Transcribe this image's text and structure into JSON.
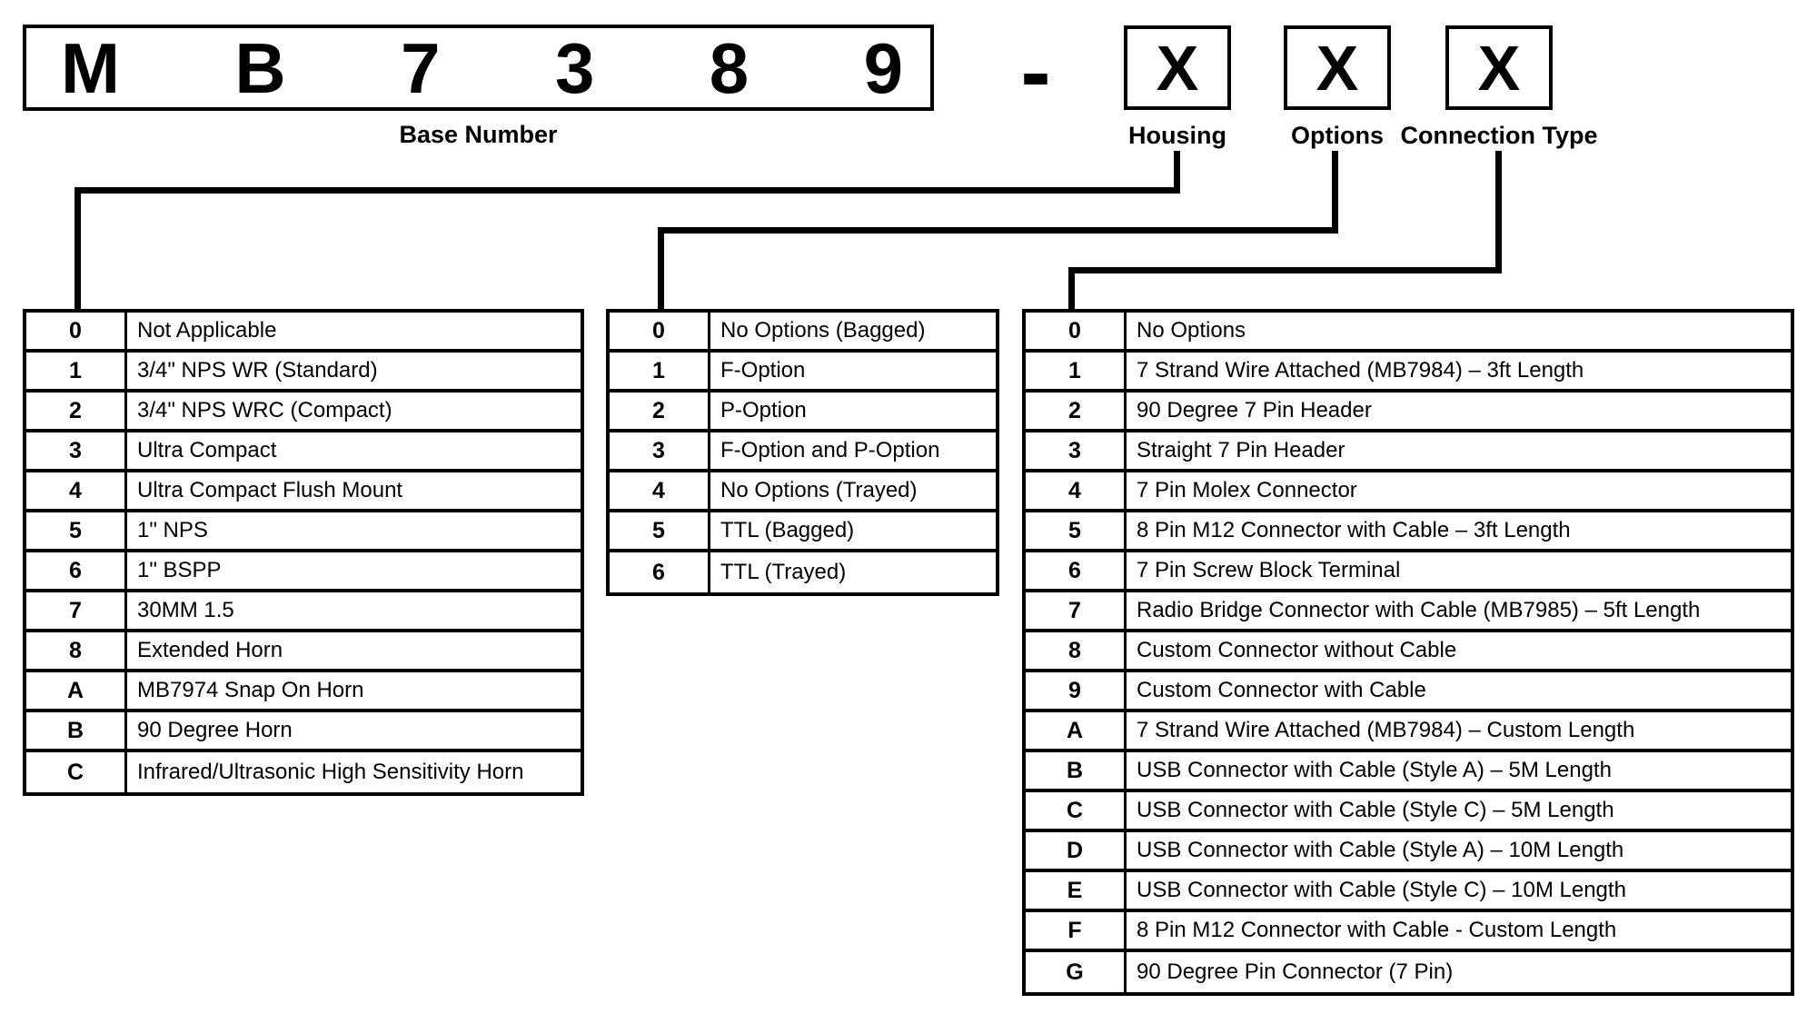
{
  "part_number": {
    "base": {
      "letters": [
        "M",
        "B",
        "7",
        "3",
        "8",
        "9"
      ],
      "label": "Base Number"
    },
    "separator": "-",
    "fields": [
      {
        "placeholder": "X",
        "label": "Housing"
      },
      {
        "placeholder": "X",
        "label": "Options"
      },
      {
        "placeholder": "X",
        "label": "Connection Type"
      }
    ]
  },
  "tables": [
    {
      "name": "Housing",
      "rows": [
        [
          "0",
          "Not Applicable"
        ],
        [
          "1",
          "3/4\" NPS WR (Standard)"
        ],
        [
          "2",
          "3/4\" NPS WRC (Compact)"
        ],
        [
          "3",
          "Ultra Compact"
        ],
        [
          "4",
          "Ultra Compact Flush Mount"
        ],
        [
          "5",
          "1\" NPS"
        ],
        [
          "6",
          "1\" BSPP"
        ],
        [
          "7",
          "30MM 1.5"
        ],
        [
          "8",
          "Extended Horn"
        ],
        [
          "A",
          "MB7974 Snap On Horn"
        ],
        [
          "B",
          "90 Degree Horn"
        ],
        [
          "C",
          "Infrared/Ultrasonic High Sensitivity Horn"
        ]
      ]
    },
    {
      "name": "Options",
      "rows": [
        [
          "0",
          "No Options (Bagged)"
        ],
        [
          "1",
          "F-Option"
        ],
        [
          "2",
          "P-Option"
        ],
        [
          "3",
          "F-Option and P-Option"
        ],
        [
          "4",
          "No Options (Trayed)"
        ],
        [
          "5",
          "TTL (Bagged)"
        ],
        [
          "6",
          "TTL (Trayed)"
        ]
      ]
    },
    {
      "name": "Connection Type",
      "rows": [
        [
          "0",
          "No Options"
        ],
        [
          "1",
          "7 Strand Wire Attached (MB7984) – 3ft Length"
        ],
        [
          "2",
          "90 Degree 7 Pin Header"
        ],
        [
          "3",
          "Straight 7 Pin Header"
        ],
        [
          "4",
          "7 Pin Molex Connector"
        ],
        [
          "5",
          "8 Pin M12 Connector with Cable – 3ft Length"
        ],
        [
          "6",
          "7 Pin Screw Block Terminal"
        ],
        [
          "7",
          "Radio Bridge Connector with Cable (MB7985) – 5ft Length"
        ],
        [
          "8",
          "Custom Connector without Cable"
        ],
        [
          "9",
          "Custom Connector with Cable"
        ],
        [
          "A",
          "7 Strand Wire Attached (MB7984) – Custom Length"
        ],
        [
          "B",
          "USB Connector with Cable (Style A) – 5M Length"
        ],
        [
          "C",
          "USB Connector with Cable (Style C) – 5M Length"
        ],
        [
          "D",
          "USB Connector with Cable (Style A) – 10M Length"
        ],
        [
          "E",
          "USB Connector with Cable (Style C) – 10M Length"
        ],
        [
          "F",
          "8 Pin M12 Connector with Cable - Custom Length"
        ],
        [
          "G",
          "90 Degree Pin Connector (7 Pin)"
        ]
      ]
    }
  ],
  "colors": {
    "ink": "#000000",
    "background": "#ffffff"
  }
}
